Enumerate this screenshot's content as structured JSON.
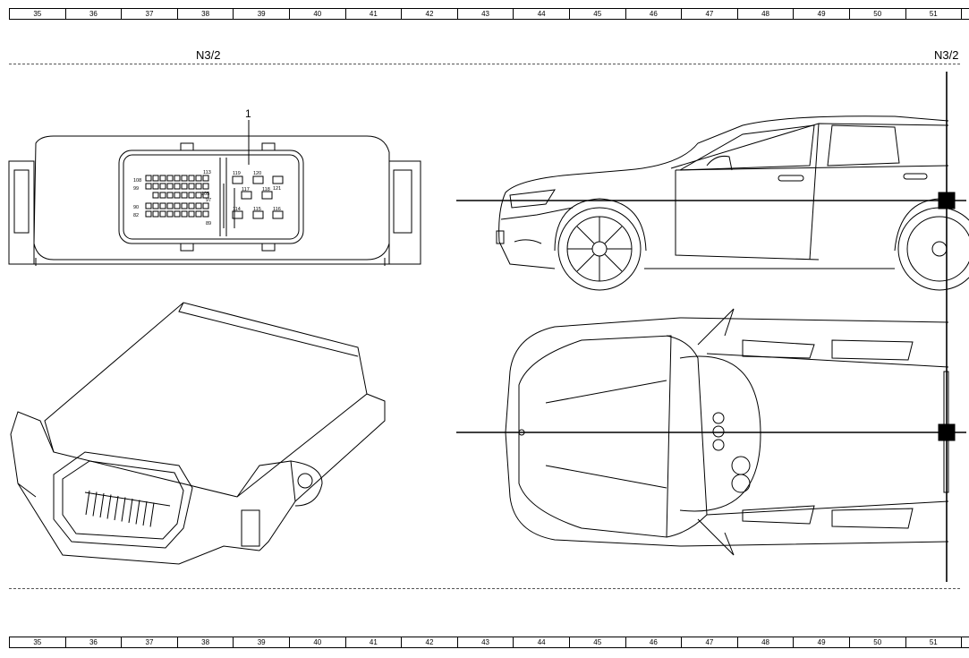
{
  "ruler": {
    "columns": [
      "35",
      "36",
      "37",
      "38",
      "39",
      "40",
      "41",
      "42",
      "43",
      "44",
      "45",
      "46",
      "47",
      "48",
      "49",
      "50",
      "51",
      ""
    ]
  },
  "labels": {
    "component_left": "N3/2",
    "component_right": "N3/2",
    "callout": "1"
  },
  "connector_pins": {
    "p113": "113",
    "p108": "108",
    "p99": "99",
    "p90": "90",
    "p82": "82",
    "p105": "105",
    "p97": "97",
    "p89": "89",
    "p119": "119",
    "p120": "120",
    "p121": "121",
    "p117": "117",
    "p118": "118",
    "p114": "114",
    "p115": "115",
    "p116": "116"
  }
}
